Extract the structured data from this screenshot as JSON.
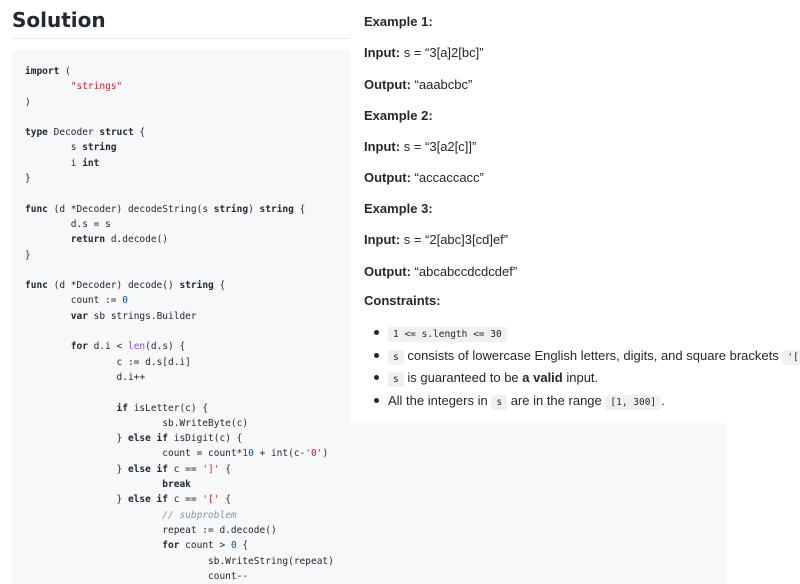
{
  "solution": {
    "title": "Solution",
    "code": {
      "l01_kw": "import",
      "l01_rest": " (",
      "l02_pre": "        ",
      "l02_str": "\"strings\"",
      "l03": ")",
      "l05_kw": "type",
      "l05_mid": " Decoder ",
      "l05_kw2": "struct",
      "l05_end": " {",
      "l06_pre": "        s ",
      "l06_kw": "string",
      "l07_pre": "        i ",
      "l07_kw": "int",
      "l08": "}",
      "l10_kw": "func",
      "l10_a": " (d *Decoder) decodeString(s ",
      "l10_kw2": "string",
      "l10_b": ") ",
      "l10_kw3": "string",
      "l10_c": " {",
      "l11": "        d.s = s",
      "l12_pre": "        ",
      "l12_kw": "return",
      "l12_rest": " d.decode()",
      "l13": "}",
      "l15_kw": "func",
      "l15_a": " (d *Decoder) decode() ",
      "l15_kw2": "string",
      "l15_b": " {",
      "l16_pre": "        count := ",
      "l16_num": "0",
      "l17_pre": "        ",
      "l17_kw": "var",
      "l17_rest": " sb strings.Builder",
      "l19_pre": "        ",
      "l19_kw": "for",
      "l19_a": " d.i < ",
      "l19_fn": "len",
      "l19_b": "(d.s) {",
      "l20": "                c := d.s[d.i]",
      "l21": "                d.i++",
      "l23_pre": "                ",
      "l23_kw": "if",
      "l23_rest": " isLetter(c) {",
      "l24": "                        sb.WriteByte(c)",
      "l25_a": "                } ",
      "l25_kw": "else if",
      "l25_b": " isDigit(c) {",
      "l26_a": "                        count = count*",
      "l26_num": "10",
      "l26_b": " + int(c-",
      "l26_str": "'0'",
      "l26_c": ")",
      "l27_a": "                } ",
      "l27_kw": "else if",
      "l27_b": " c == ",
      "l27_str": "']'",
      "l27_c": " {",
      "l28_pre": "                        ",
      "l28_kw": "break",
      "l29_a": "                } ",
      "l29_kw": "else if",
      "l29_b": " c == ",
      "l29_str": "'['",
      "l29_c": " {",
      "l30_pre": "                        ",
      "l30_com": "// subproblem",
      "l31": "                        repeat := d.decode()",
      "l32_pre": "                        ",
      "l32_kw": "for",
      "l32_a": " count > ",
      "l32_num": "0",
      "l32_b": " {",
      "l33": "                                sb.WriteString(repeat)",
      "l34": "                                count--"
    }
  },
  "problem": {
    "ex1_title": "Example 1:",
    "ex1_input_label": "Input:",
    "ex1_input_value": " s = “3[a]2[bc]”",
    "ex1_output_label": "Output:",
    "ex1_output_value": " “aaabcbc”",
    "ex2_title": "Example 2:",
    "ex2_input_label": "Input:",
    "ex2_input_value": " s = “3[a2[c]]”",
    "ex2_output_label": "Output:",
    "ex2_output_value": " “accaccacc”",
    "ex3_title": "Example 3:",
    "ex3_input_label": "Input:",
    "ex3_input_value": " s = “2[abc]3[cd]ef”",
    "ex3_output_label": "Output:",
    "ex3_output_value": " “abcabccdcdcdef”",
    "constraints_title": "Constraints:",
    "c1_code": "1 <= s.length <= 30",
    "c2_code": "s",
    "c2_text": " consists of lowercase English letters, digits, and square brackets ",
    "c2_code2": "'[]'",
    "c2_end": ".",
    "c3_code": "s",
    "c3_text": " is guaranteed to be ",
    "c3_bold": "a valid",
    "c3_end": " input.",
    "c4_text": "All the integers in ",
    "c4_code": "s",
    "c4_mid": " are in the range ",
    "c4_code2": "[1, 300]",
    "c4_end": "."
  }
}
